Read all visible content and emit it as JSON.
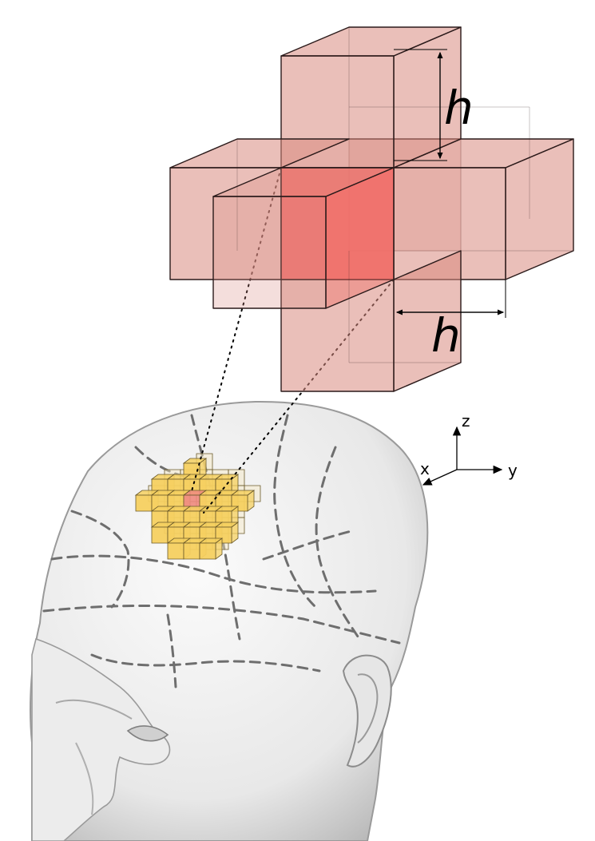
{
  "dimension_labels": {
    "vertical": "h",
    "horizontal": "h"
  },
  "axes": {
    "z_label": "z",
    "x_label": "x",
    "y_label": "y"
  },
  "colors": {
    "arm_fill": "#d98a80",
    "center_fill": "#f0706a",
    "voxel_fill": "#f5d060",
    "voxel_center_fill": "#ef8a80",
    "head_fill": "#f2f2f2",
    "suture_dash": "#6e6e6e"
  },
  "icons": {
    "stencil": "cross-stencil-icon",
    "head": "head-illustration",
    "axes": "axes-triad-icon"
  }
}
